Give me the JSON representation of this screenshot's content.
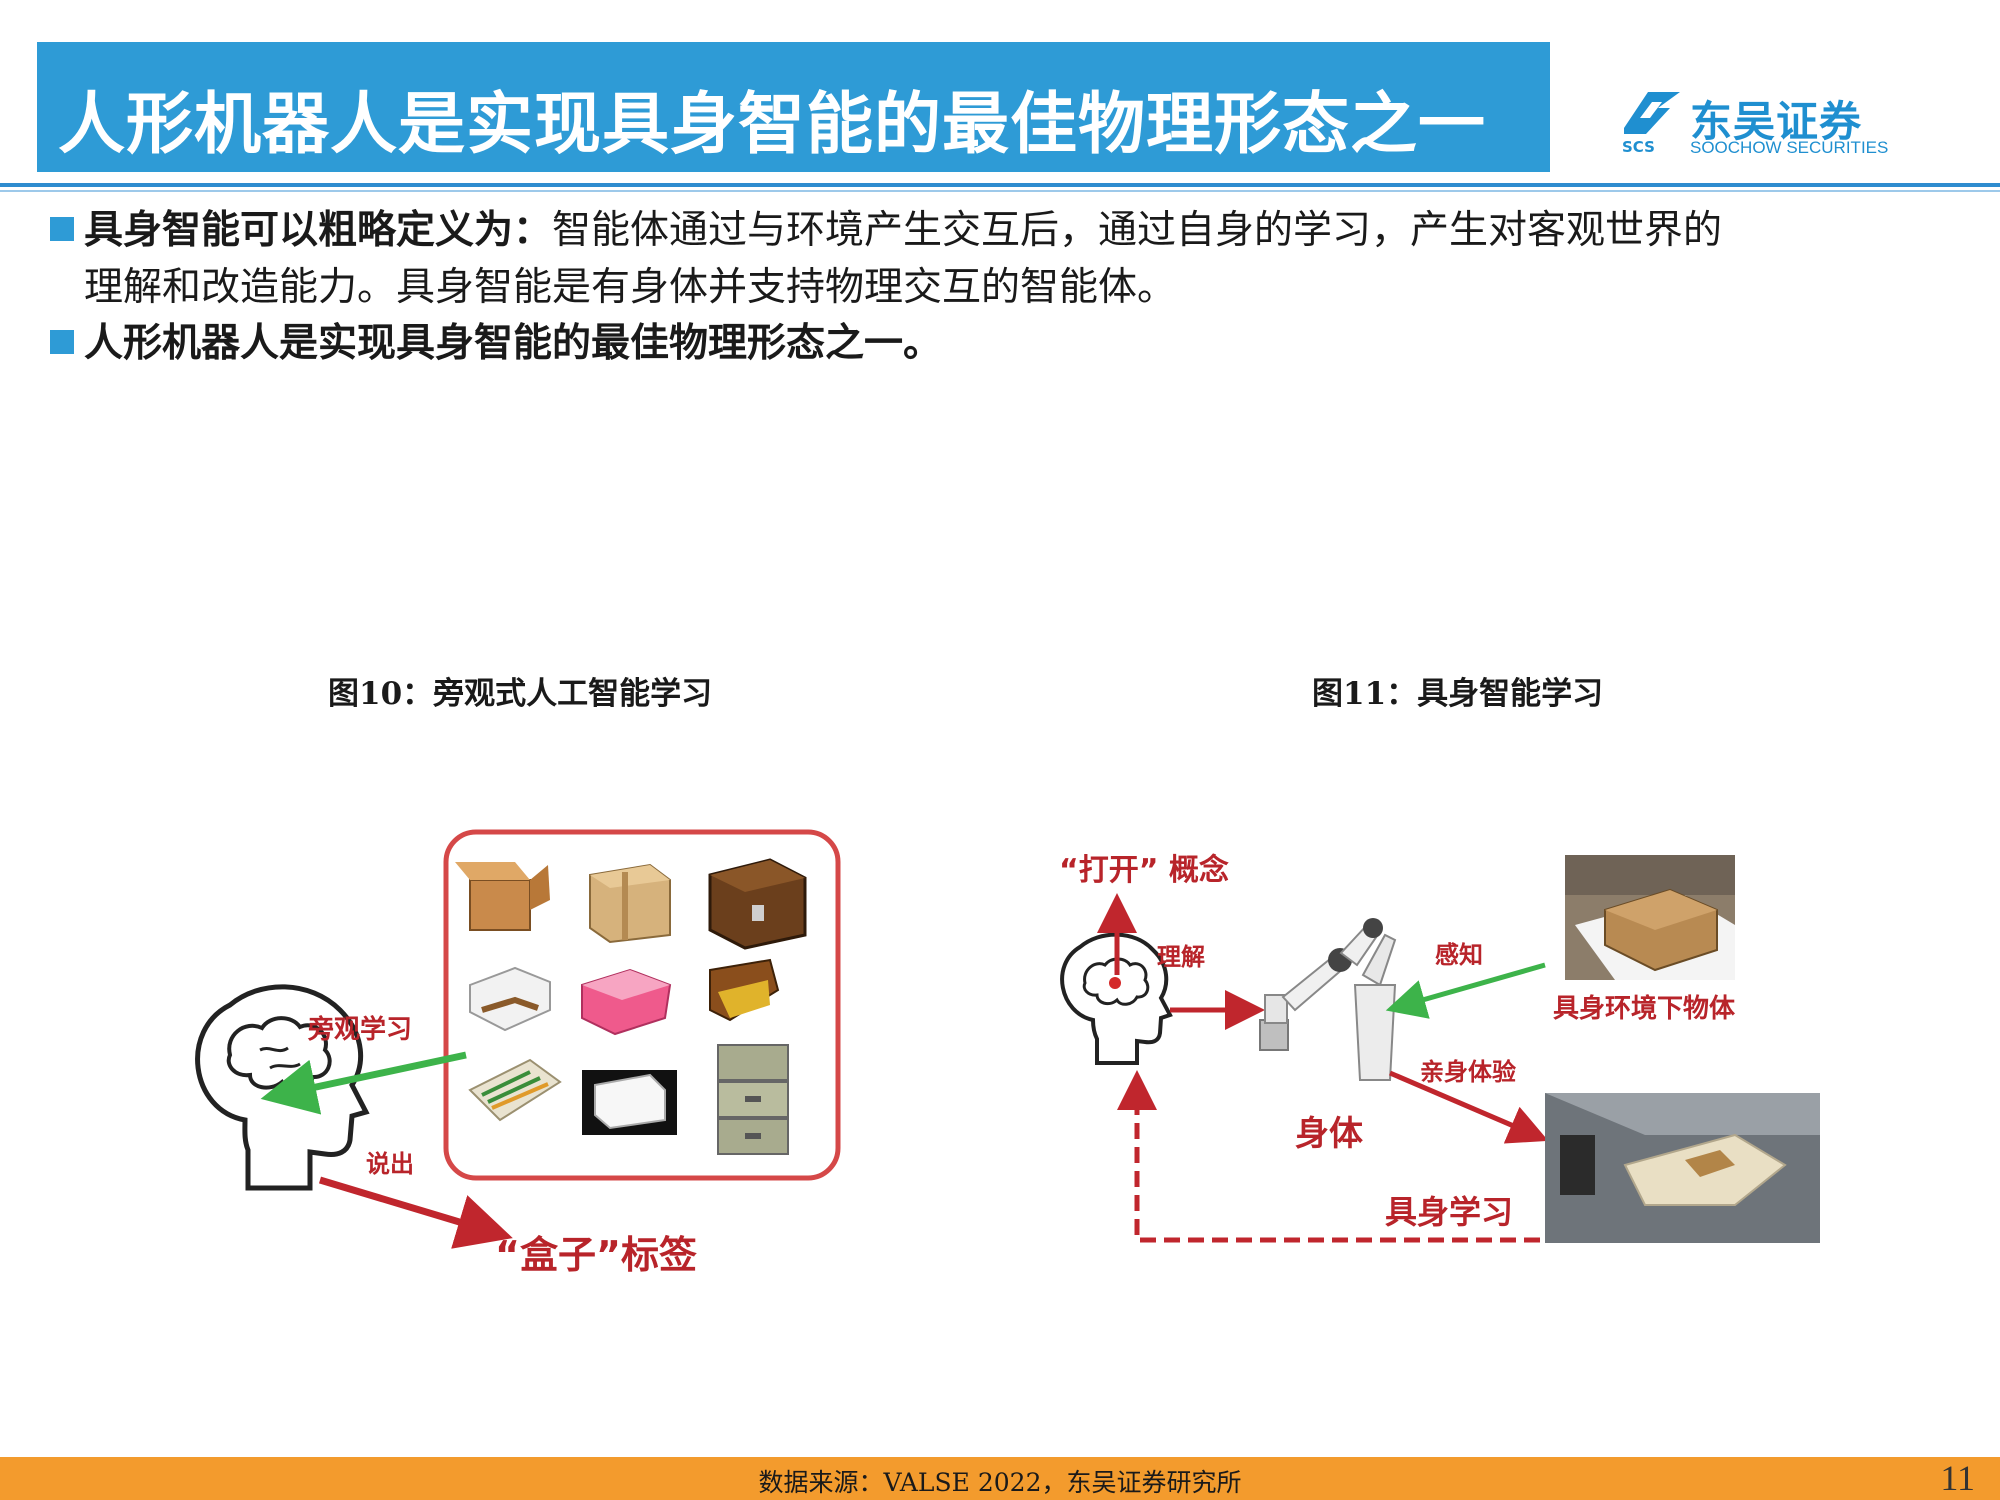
{
  "header": {
    "title": "人形机器人是实现具身智能的最佳物理形态之一",
    "logo_cn": "东吴证券",
    "logo_abbr": "SCS",
    "logo_en": "SOOCHOW SECURITIES",
    "accent": "#2e9bd6"
  },
  "body": {
    "bullet1_bold": "具身智能可以粗略定义为：",
    "bullet1_text": "智能体通过与环境产生交互后，通过自身的学习，产生对客观世界的",
    "bullet1_cont": "理解和改造能力。具身智能是有身体并支持物理交互的智能体。",
    "bullet2_bold": "人形机器人是实现具身智能的最佳物理形态之一。"
  },
  "figure10": {
    "caption": "图10：旁观式人工智能学习",
    "lbl_observe": "旁观学习",
    "lbl_say": "说出",
    "lbl_box": "“盒子”标签"
  },
  "figure11": {
    "caption": "图11：具身智能学习",
    "lbl_open": "“打开” 概念",
    "lbl_understand": "理解",
    "lbl_perceive": "感知",
    "lbl_object": "具身环境下物体",
    "lbl_experience": "亲身体验",
    "lbl_body": "身体",
    "lbl_learning": "具身学习"
  },
  "footer": {
    "source": "数据来源：VALSE 2022，东吴证券研究所",
    "page": "11",
    "color": "#f39b2d"
  }
}
